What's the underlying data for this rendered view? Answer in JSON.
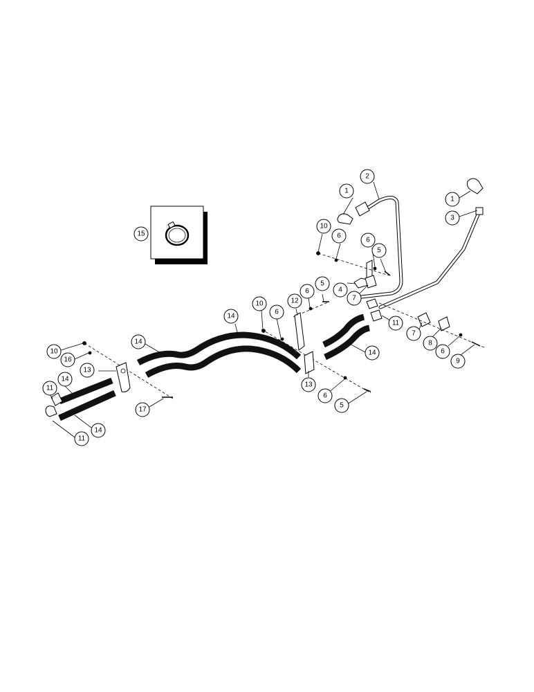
{
  "callouts": [
    {
      "id": "c1a",
      "label": "1"
    },
    {
      "id": "c1b",
      "label": "1"
    },
    {
      "id": "c2",
      "label": "2"
    },
    {
      "id": "c3",
      "label": "3"
    },
    {
      "id": "c4",
      "label": "4"
    },
    {
      "id": "c5a",
      "label": "5"
    },
    {
      "id": "c5b",
      "label": "5"
    },
    {
      "id": "c5c",
      "label": "5"
    },
    {
      "id": "c6a",
      "label": "6"
    },
    {
      "id": "c6b",
      "label": "6"
    },
    {
      "id": "c6c",
      "label": "6"
    },
    {
      "id": "c6d",
      "label": "6"
    },
    {
      "id": "c6e",
      "label": "6"
    },
    {
      "id": "c7a",
      "label": "7"
    },
    {
      "id": "c7b",
      "label": "7"
    },
    {
      "id": "c8",
      "label": "8"
    },
    {
      "id": "c9",
      "label": "9"
    },
    {
      "id": "c10a",
      "label": "10"
    },
    {
      "id": "c10b",
      "label": "10"
    },
    {
      "id": "c10c",
      "label": "10"
    },
    {
      "id": "c11a",
      "label": "11"
    },
    {
      "id": "c11b",
      "label": "11"
    },
    {
      "id": "c11c",
      "label": "11"
    },
    {
      "id": "c12",
      "label": "12"
    },
    {
      "id": "c13a",
      "label": "13"
    },
    {
      "id": "c13b",
      "label": "13"
    },
    {
      "id": "c14a",
      "label": "14"
    },
    {
      "id": "c14b",
      "label": "14"
    },
    {
      "id": "c14c",
      "label": "14"
    },
    {
      "id": "c14d",
      "label": "14"
    },
    {
      "id": "c14e",
      "label": "14"
    },
    {
      "id": "c15",
      "label": "15"
    },
    {
      "id": "c16",
      "label": "16"
    },
    {
      "id": "c17",
      "label": "17"
    }
  ]
}
